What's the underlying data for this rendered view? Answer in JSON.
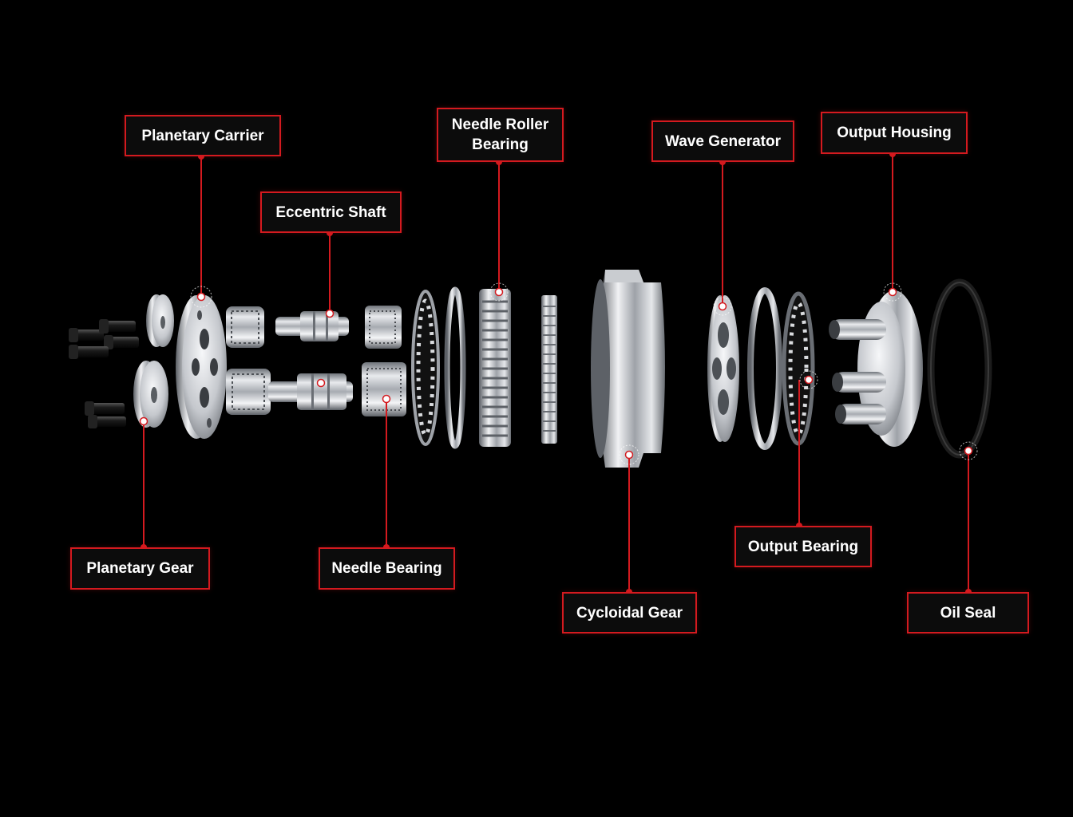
{
  "colors": {
    "background": "#000000",
    "leader": "#d41a1f",
    "label_text": "#ffffff",
    "metal_light": "#f2f3f5",
    "metal_dark": "#8c9096"
  },
  "labels": {
    "planetary_carrier": "Planetary Carrier",
    "eccentric_shaft": "Eccentric Shaft",
    "needle_roller_bearing_line1": "Needle Roller",
    "needle_roller_bearing_line2": "Bearing",
    "wave_generator": "Wave Generator",
    "output_housing": "Output Housing",
    "planetary_gear": "Planetary Gear",
    "needle_bearing": "Needle Bearing",
    "cycloidal_gear": "Cycloidal Gear",
    "output_bearing": "Output Bearing",
    "oil_seal": "Oil Seal"
  }
}
